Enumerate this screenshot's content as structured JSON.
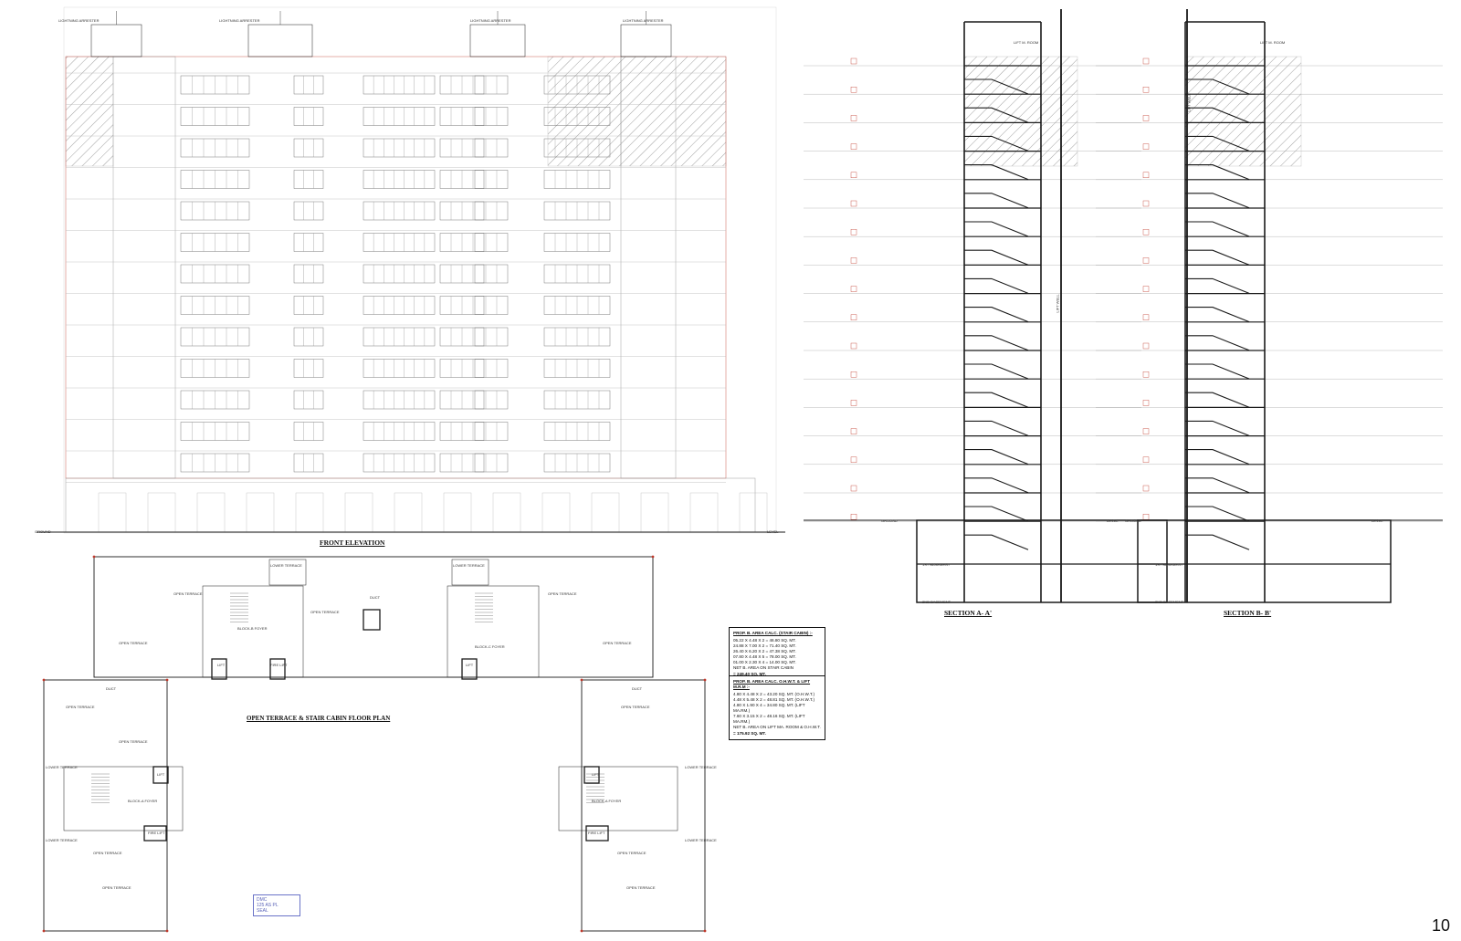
{
  "titles": {
    "front_elevation": "FRONT ELEVATION",
    "terrace_plan": "OPEN TERRACE & STAIR CABIN FLOOR PLAN",
    "section_aa": "SECTION A- A'",
    "section_bb": "SECTION B- B'"
  },
  "elevation": {
    "ground_left": "GROUND",
    "level_right": "LEVEL",
    "lightning_label": "LIGHTNING ARRESTER"
  },
  "section_labels": {
    "lift_well": "LIFT WELL",
    "ground": "GROUND",
    "level": "LEVEL",
    "lift_room": "LIFT M. ROOM",
    "first_basement": "1ST BASEMENT",
    "second_basement": "2ND BASEMENT"
  },
  "plan_labels": {
    "open_terrace": "OPEN TERRACE",
    "lower_terrace": "LOWER TERRACE",
    "block_a_foyer": "BLOCK-A FOYER",
    "block_b_foyer": "BLOCK-B FOYER",
    "block_c_foyer": "BLOCK-C FOYER",
    "lift": "LIFT",
    "duct": "DUCT",
    "fire_lift": "FIRE LIFT"
  },
  "calc_stair": {
    "header": "PROP. B. AREA CALC. (STAIR CABIN) :-",
    "rows": [
      "05.22 X 4.48 X 2 = 46.80 SQ. MT.",
      "24.88 X 7.00 X 2 = 71.40 SQ. MT.",
      "26.40 X 6.20 X 2 = 47.38 SQ. MT.",
      "07.80 X 4.48 X 5 = 78.00 SQ. MT.",
      "01.00 X 2.30 X 4 = 14.00 SQ. MT."
    ],
    "net": "NET B. AREA ON STAIR CABIN",
    "total": "= 249.40 SQ. MT."
  },
  "calc_lift": {
    "header": "PROP. B. AREA CALC. O.H.W.T. & LIFT M.R.M :-",
    "rows": [
      "4.80 X 4.48 X 2 = 43.20 SQ. MT. (O.H.W.T.)",
      "4.48 X 5.48 X 2 = 48.81 SQ. MT. (O.H.W.T.)",
      "4.80 X 1.90 X 4 = 34.80 SQ. MT. (LIFT MA.RM.)",
      "7.60 X 3.15 X 2 = 48.16 SQ. MT. (LIFT MA.RM.)"
    ],
    "net": "NET B. AREA ON LIFT MA. ROOM & O.H.W.T.",
    "total": "= 175.92 SQ. MT."
  },
  "stamp_lines": [
    "DMC",
    "125 AS PL",
    "SEAL"
  ],
  "page_number": "10",
  "colors": {
    "ink": "#1a1a1a",
    "light_ink": "#8a8a8a",
    "red_dim": "#c0392b",
    "hatch": "#999999",
    "stamp": "#5a63b8"
  }
}
